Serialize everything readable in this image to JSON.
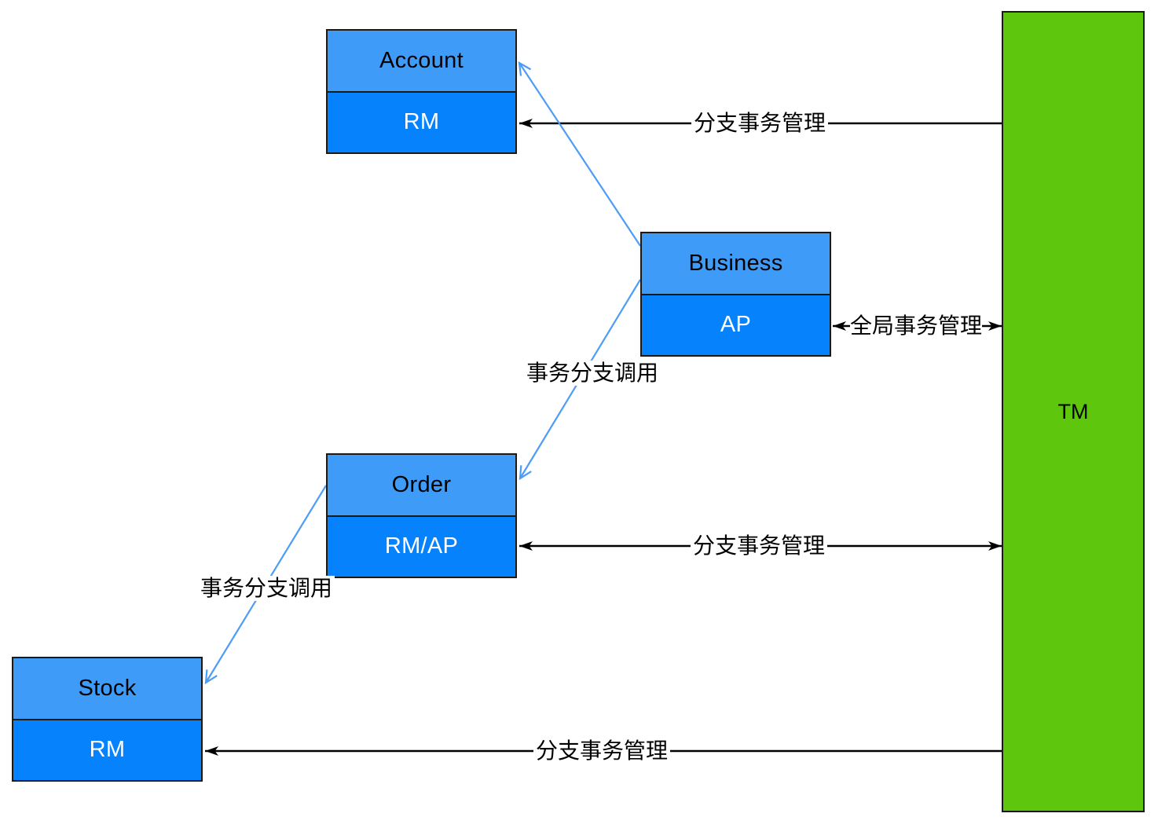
{
  "nodes": {
    "account": {
      "title": "Account",
      "role": "RM"
    },
    "business": {
      "title": "Business",
      "role": "AP"
    },
    "order": {
      "title": "Order",
      "role": "RM/AP"
    },
    "stock": {
      "title": "Stock",
      "role": "RM"
    },
    "tm": {
      "title": "TM"
    }
  },
  "edges": {
    "tm_account": {
      "label": "分支事务管理"
    },
    "tm_business": {
      "label": "全局事务管理"
    },
    "tm_order": {
      "label": "分支事务管理"
    },
    "tm_stock": {
      "label": "分支事务管理"
    },
    "business_order": {
      "label": "事务分支调用"
    },
    "order_stock": {
      "label": "事务分支调用"
    }
  },
  "colors": {
    "node_header": "#3E9CF8",
    "node_body": "#0683FC",
    "tm_fill": "#5EC60D",
    "edge_black": "#000000",
    "edge_blue": "#4D9CF6",
    "border": "#1A1A1A"
  }
}
